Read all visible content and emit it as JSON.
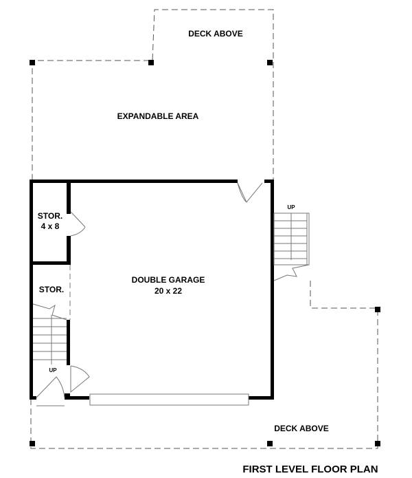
{
  "plan_title": "FIRST LEVEL FLOOR PLAN",
  "rooms": {
    "deck_above_top": "DECK ABOVE",
    "expandable_area": "EXPANDABLE AREA",
    "storage_small": "STOR.",
    "storage_small_size": "4 x 8",
    "storage": "STOR.",
    "garage": "DOUBLE GARAGE",
    "garage_size": "20 x 22",
    "deck_above_bottom": "DECK ABOVE"
  },
  "stairs": {
    "left_label": "UP",
    "right_label": "UP"
  }
}
